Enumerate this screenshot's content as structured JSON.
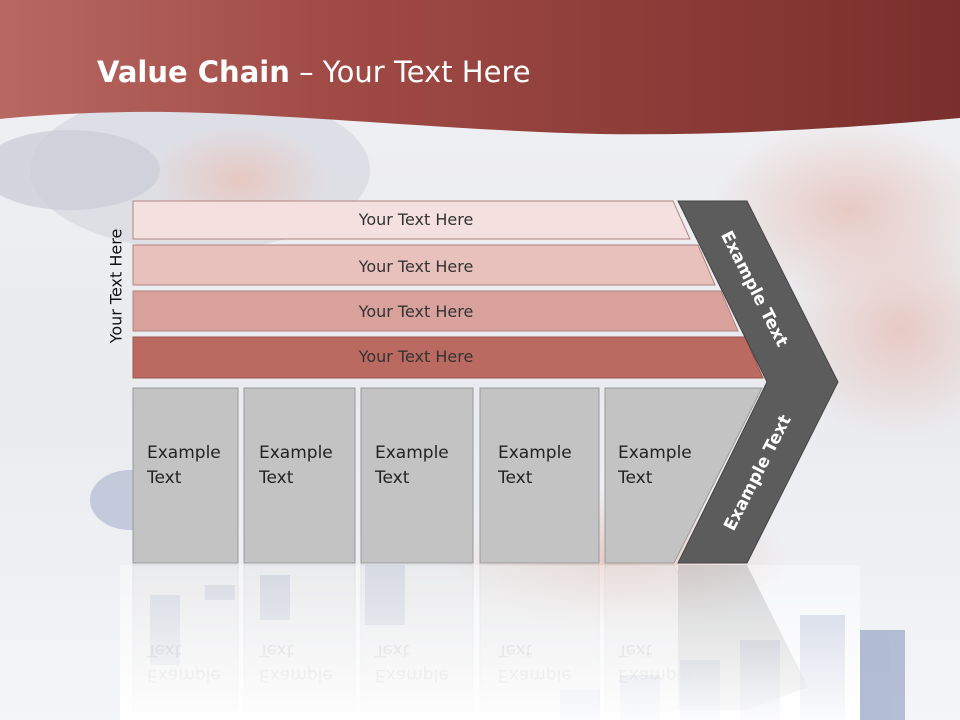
{
  "title": {
    "bold": "Value Chain",
    "rest": " – Your Text Here"
  },
  "side_label": "Your Text Here",
  "bars": [
    {
      "label": "Your Text Here",
      "fill": "#f4e1df"
    },
    {
      "label": "Your Text Here",
      "fill": "#e8c1bd"
    },
    {
      "label": "Your Text Here",
      "fill": "#d8a19b"
    },
    {
      "label": "Your Text Here",
      "fill": "#bb6a62"
    }
  ],
  "boxes": [
    {
      "line1": "Example",
      "line2": "Text"
    },
    {
      "line1": "Example",
      "line2": "Text"
    },
    {
      "line1": "Example",
      "line2": "Text"
    },
    {
      "line1": "Example",
      "line2": "Text"
    },
    {
      "line1": "Example",
      "line2": "Text"
    }
  ],
  "chevron": {
    "top_label": "Example Text",
    "bottom_label": "Example Text"
  },
  "colors": {
    "header": "#8f3e3b",
    "box_fill": "#c3c3c3",
    "box_stroke": "#9a9a9a",
    "chevron": "#5c5c5c"
  }
}
